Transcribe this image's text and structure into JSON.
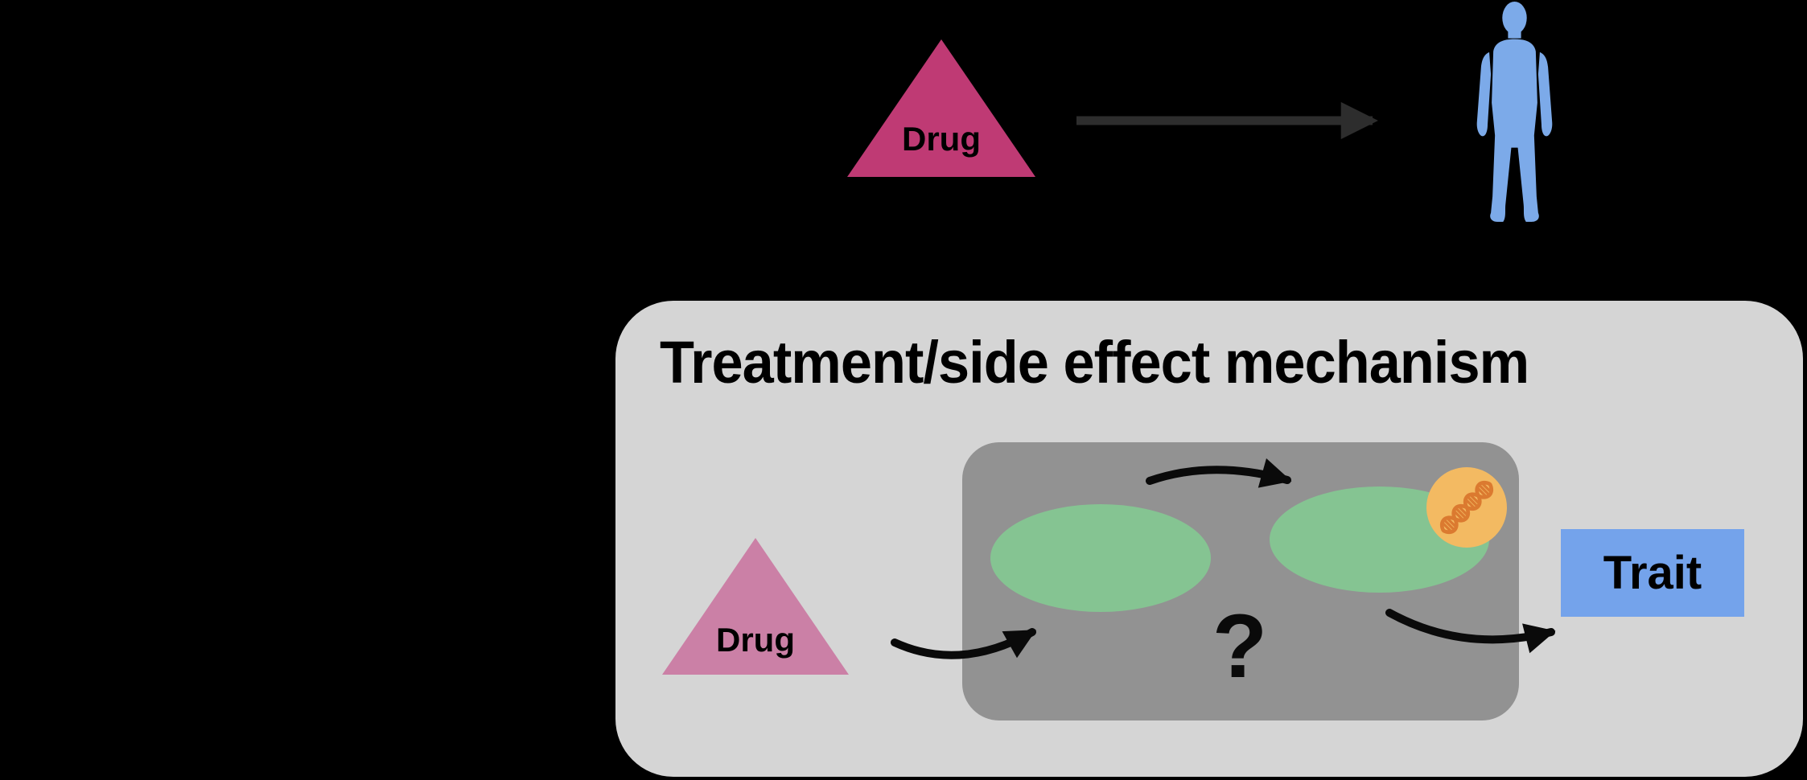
{
  "top_flow": {
    "drug_triangle": {
      "label": "Drug"
    },
    "arrow_icon": "right-arrow-icon",
    "person_icon": "human-silhouette-icon"
  },
  "mechanism_panel": {
    "title": "Treatment/side effect mechanism",
    "drug_triangle": {
      "label": "Drug"
    },
    "body_box": {
      "question_label": "?",
      "gene_ellipses": [
        "green-ellipse-left",
        "green-ellipse-right"
      ],
      "dna_icon": "dna-helix-icon"
    },
    "trait_box": {
      "label": "Trait"
    }
  },
  "colors": {
    "canvas_bg": "#000000",
    "panel_light_gray": "#d5d5d5",
    "panel_dark_gray": "#929292",
    "gene_green": "#85c492",
    "dna_orange": "#f3ba62",
    "dna_stroke": "#db7a30",
    "drug_magenta": "#bf3a74",
    "drug_pink": "#cb80a6",
    "trait_blue": "#74a3eb",
    "human_blue": "#7caae9",
    "arrow_dark_gray": "#2d2d2d",
    "arrow_black": "#0a0a0a",
    "text_black": "#000000"
  }
}
